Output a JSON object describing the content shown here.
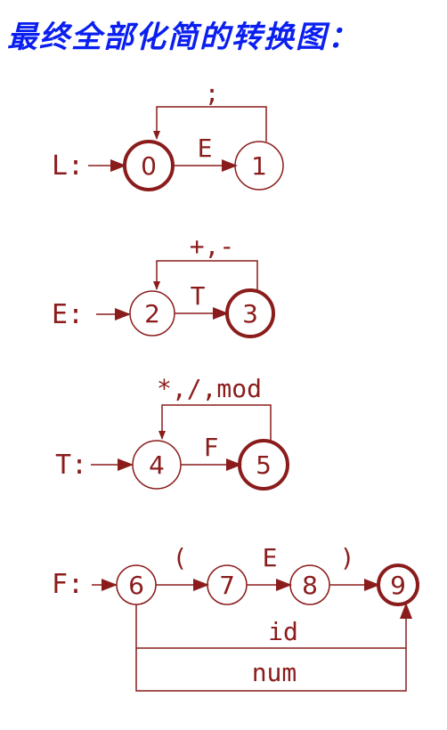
{
  "title": "最终全部化简的转换图：",
  "colors": {
    "title": "#0a1ff0",
    "diagram": "#8b1c1c"
  },
  "machines": [
    {
      "name": "L:",
      "states": [
        {
          "label": "0",
          "final": true
        },
        {
          "label": "1",
          "final": false
        }
      ],
      "transitions": [
        {
          "from": "0",
          "to": "1",
          "label": "E"
        }
      ],
      "loops": [
        {
          "from": "1",
          "to": "0",
          "label": ";"
        }
      ]
    },
    {
      "name": "E:",
      "states": [
        {
          "label": "2",
          "final": false
        },
        {
          "label": "3",
          "final": true
        }
      ],
      "transitions": [
        {
          "from": "2",
          "to": "3",
          "label": "T"
        }
      ],
      "loops": [
        {
          "from": "3",
          "to": "2",
          "label": "+,-"
        }
      ]
    },
    {
      "name": "T:",
      "states": [
        {
          "label": "4",
          "final": false
        },
        {
          "label": "5",
          "final": true
        }
      ],
      "transitions": [
        {
          "from": "4",
          "to": "5",
          "label": "F"
        }
      ],
      "loops": [
        {
          "from": "5",
          "to": "4",
          "label": "*,/,mod"
        }
      ]
    },
    {
      "name": "F:",
      "states": [
        {
          "label": "6",
          "final": false
        },
        {
          "label": "7",
          "final": false
        },
        {
          "label": "8",
          "final": false
        },
        {
          "label": "9",
          "final": true
        }
      ],
      "transitions": [
        {
          "from": "6",
          "to": "7",
          "label": "("
        },
        {
          "from": "7",
          "to": "8",
          "label": "E"
        },
        {
          "from": "8",
          "to": "9",
          "label": ")"
        }
      ],
      "bypass": [
        {
          "from": "6",
          "to": "9",
          "label": "id"
        },
        {
          "from": "6",
          "to": "9",
          "label": "num"
        }
      ]
    }
  ]
}
